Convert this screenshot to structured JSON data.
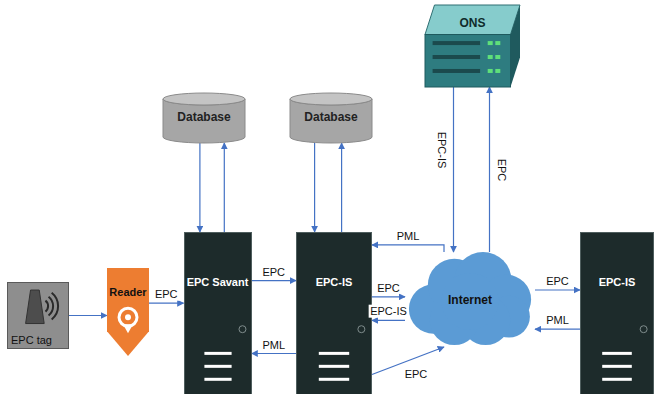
{
  "diagram": {
    "nodes": [
      {
        "text": [
          "EPC tag"
        ]
      },
      {
        "text": [
          "Reader"
        ]
      },
      {
        "text": [
          "Database"
        ]
      },
      {
        "text": [
          "EPC Savant"
        ]
      },
      {
        "text": [
          "Database"
        ]
      },
      {
        "text": [
          "EPC-IS"
        ]
      },
      {
        "text": [
          "ONS"
        ]
      },
      {
        "text": [
          "Internet"
        ]
      },
      {
        "text": [
          "EPC-IS"
        ]
      }
    ],
    "edges": [
      {
        "from": 0,
        "to": 1,
        "arrow": "to"
      },
      {
        "from": 1,
        "to": 3,
        "label": "EPC",
        "arrow": "to"
      },
      {
        "from": 2,
        "to": 3,
        "arrow": "to"
      },
      {
        "from": 3,
        "to": 2,
        "arrow": "to"
      },
      {
        "from": 3,
        "to": 5,
        "label": "EPC",
        "arrow": "to"
      },
      {
        "from": 5,
        "to": 3,
        "label": "PML",
        "arrow": "to"
      },
      {
        "from": 4,
        "to": 5,
        "arrow": "to"
      },
      {
        "from": 5,
        "to": 4,
        "arrow": "to"
      },
      {
        "from": 5,
        "to": 7,
        "label": "EPC",
        "arrow": "to"
      },
      {
        "from": 7,
        "to": 5,
        "label": "EPC-IS",
        "arrow": "to"
      },
      {
        "from": 5,
        "to": 7,
        "label": "EPC",
        "arrow": "to"
      },
      {
        "from": 7,
        "to": 5,
        "label": "PML",
        "arrow": "to"
      },
      {
        "from": 6,
        "to": 7,
        "label": "EPC-IS",
        "arrow": "to"
      },
      {
        "from": 7,
        "to": 6,
        "label": "EPC",
        "arrow": "to"
      },
      {
        "from": 7,
        "to": 8,
        "label": "EPC",
        "arrow": "to"
      },
      {
        "from": 8,
        "to": 7,
        "label": "PML",
        "arrow": "to"
      }
    ]
  }
}
